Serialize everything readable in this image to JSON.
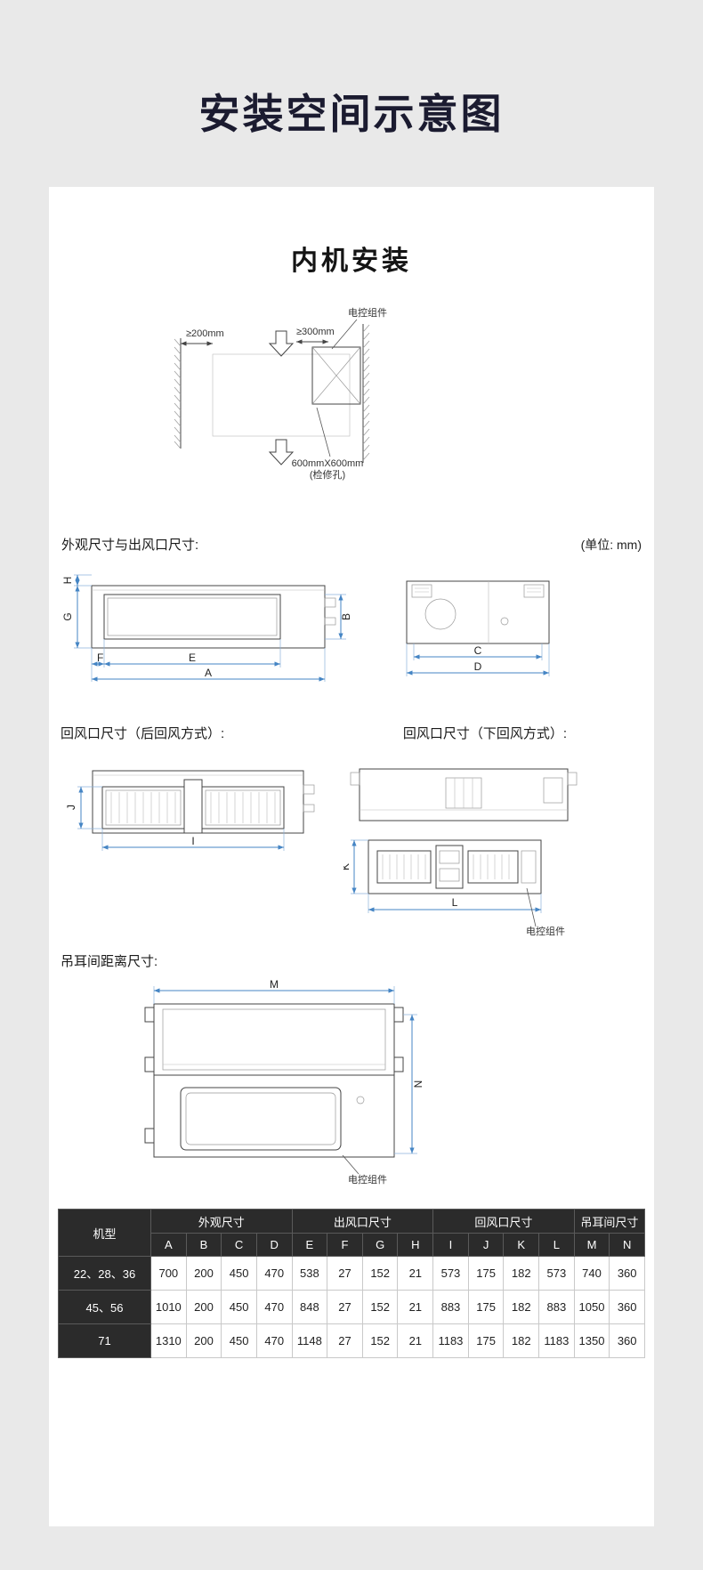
{
  "page_title": "安装空间示意图",
  "section_heading": "内机安装",
  "clearance": {
    "ebox": "电控组件",
    "left": "≥200mm",
    "right": "≥300mm",
    "hole_size": "600mmX600mm",
    "hole_note": "(检修孔)"
  },
  "headings": {
    "outline": "外观尺寸与出风口尺寸:",
    "unit": "(单位: mm)",
    "rear_return": "回风口尺寸（后回风方式）:",
    "bottom_return": "回风口尺寸（下回风方式）:",
    "lug": "吊耳间距离尺寸:"
  },
  "labels": {
    "ebox_bottom": "电控组件",
    "ebox_lug": "电控组件"
  },
  "dim_labels": {
    "A": "A",
    "B": "B",
    "C": "C",
    "D": "D",
    "E": "E",
    "F": "F",
    "G": "G",
    "H": "H",
    "I": "I",
    "J": "J",
    "K": "K",
    "L": "L",
    "M": "M",
    "N": "N"
  },
  "table": {
    "model_header": "机型",
    "group_headers": [
      "外观尺寸",
      "出风口尺寸",
      "回风口尺寸",
      "吊耳间尺寸"
    ],
    "column_headers": [
      "A",
      "B",
      "C",
      "D",
      "E",
      "F",
      "G",
      "H",
      "I",
      "J",
      "K",
      "L",
      "M",
      "N"
    ],
    "rows": [
      {
        "model": "22、28、36",
        "values": [
          "700",
          "200",
          "450",
          "470",
          "538",
          "27",
          "152",
          "21",
          "573",
          "175",
          "182",
          "573",
          "740",
          "360"
        ]
      },
      {
        "model": "45、56",
        "values": [
          "1010",
          "200",
          "450",
          "470",
          "848",
          "27",
          "152",
          "21",
          "883",
          "175",
          "182",
          "883",
          "1050",
          "360"
        ]
      },
      {
        "model": "71",
        "values": [
          "1310",
          "200",
          "450",
          "470",
          "1148",
          "27",
          "152",
          "21",
          "1183",
          "175",
          "182",
          "1183",
          "1350",
          "360"
        ]
      }
    ]
  },
  "colors": {
    "title": "#1b1b30",
    "dimension_line": "#4585c4",
    "table_header_bg": "#2b2b2b",
    "page_bg": "#e9e9e9"
  }
}
